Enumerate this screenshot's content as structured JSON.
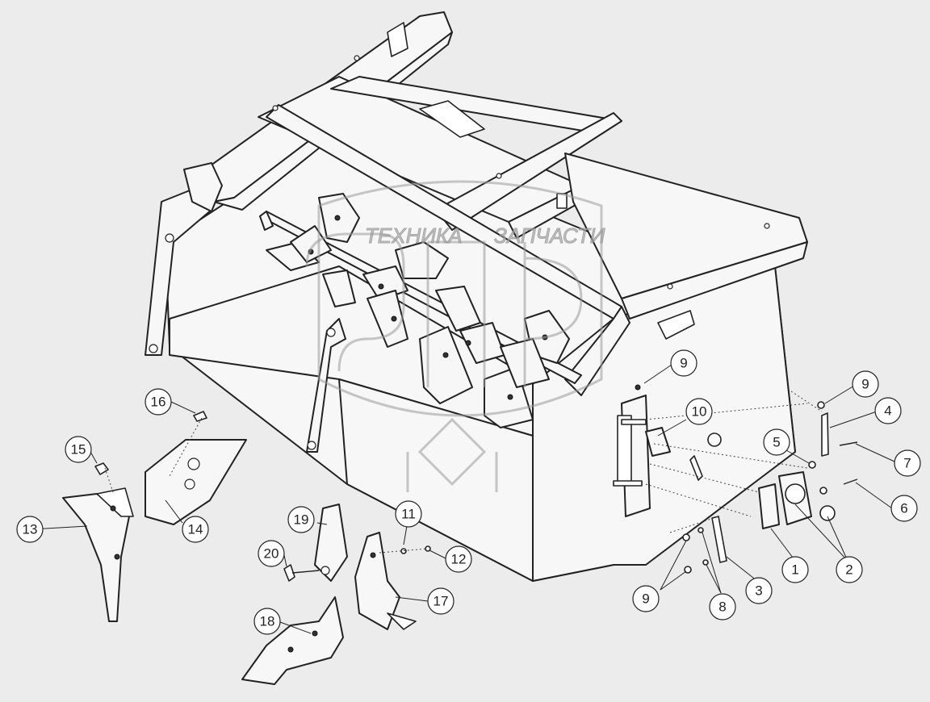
{
  "watermark": {
    "left_text": "ТЕХНИКА",
    "right_text": "ЗАПЧАСТИ",
    "logo": "ЗЛФ"
  },
  "callouts": [
    {
      "id": "1",
      "label": "1"
    },
    {
      "id": "2",
      "label": "2"
    },
    {
      "id": "3",
      "label": "3"
    },
    {
      "id": "4",
      "label": "4"
    },
    {
      "id": "5",
      "label": "5"
    },
    {
      "id": "6",
      "label": "6"
    },
    {
      "id": "7",
      "label": "7"
    },
    {
      "id": "8",
      "label": "8"
    },
    {
      "id": "9a",
      "label": "9"
    },
    {
      "id": "9b",
      "label": "9"
    },
    {
      "id": "9c",
      "label": "9"
    },
    {
      "id": "10",
      "label": "10"
    },
    {
      "id": "11",
      "label": "11"
    },
    {
      "id": "12",
      "label": "12"
    },
    {
      "id": "13",
      "label": "13"
    },
    {
      "id": "14",
      "label": "14"
    },
    {
      "id": "15",
      "label": "15"
    },
    {
      "id": "16",
      "label": "16"
    },
    {
      "id": "17",
      "label": "17"
    },
    {
      "id": "18",
      "label": "18"
    },
    {
      "id": "19",
      "label": "19"
    },
    {
      "id": "20",
      "label": "20"
    }
  ]
}
